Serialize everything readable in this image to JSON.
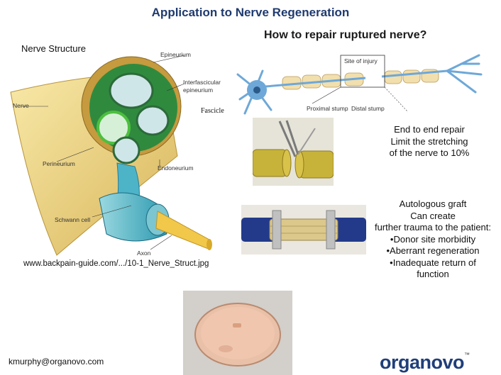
{
  "title": "Application to Nerve Regeneration",
  "subtitle": "How to repair ruptured nerve?",
  "section_label": "Nerve Structure",
  "nerve_labels": {
    "epineurium": "Epineurium",
    "interfascicular_1": "Interfascicular",
    "interfascicular_2": "epineurium",
    "nerve": "Nerve",
    "perineurium": "Perineurium",
    "endoneurium": "Endoneurium",
    "schwann": "Schwann cell",
    "axon": "Axon",
    "fascicle": "Fascicle"
  },
  "image_caption": "www.backpain-guide.com/.../10-1_Nerve_Struct.jpg",
  "neuron_labels": {
    "site": "Site of injury",
    "proximal": "Proximal stump",
    "distal": "Distal stump"
  },
  "end_to_end": [
    "End to end repair",
    "Limit the stretching",
    "of the nerve to 10%"
  ],
  "autologous": [
    "Autologous graft",
    "Can create",
    "further trauma to the patient:",
    "•Donor site morbidity",
    "•Aberrant regeneration",
    "•Inadequate return of",
    "function"
  ],
  "email": "kmurphy@organovo.com",
  "brand": "organovo",
  "brand_tm": "™",
  "colors": {
    "title": "#1f3a6e",
    "brand": "#1f3f7a",
    "neuron": "#6ea8d8"
  }
}
